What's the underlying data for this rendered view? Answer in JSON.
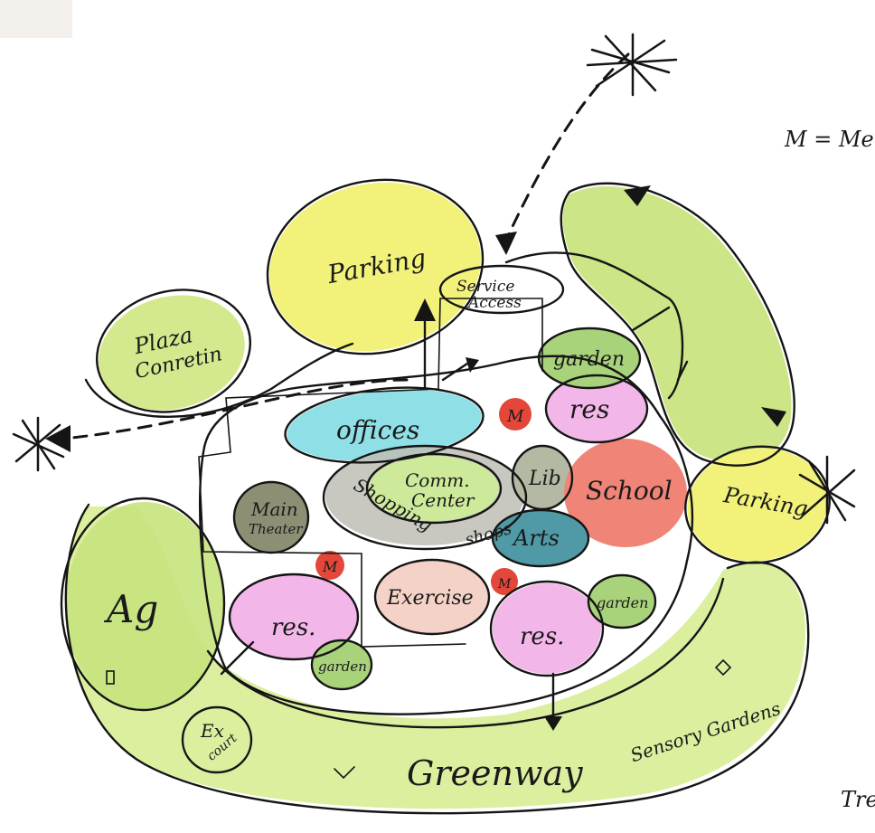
{
  "legend": {
    "text": "M = Mer"
  },
  "corner_text": {
    "text": "Tre"
  },
  "colors": {
    "yellow": "#f2f27a",
    "lime": "#cfe889",
    "green_light": "#c9e6a0",
    "cyan": "#8fe0e6",
    "pink": "#f3b6e8",
    "red": "#e2473a",
    "salmon": "#f08477",
    "teal": "#4f9aa6",
    "olive": "#8c8f74",
    "grey": "#b9b9b3",
    "peach": "#f4d2c7"
  },
  "zones": {
    "parking_top": "Parking",
    "service_access_1": "Service",
    "service_access_2": "Access",
    "plaza_1": "Plaza",
    "plaza_2": "Conretin",
    "offices": "offices",
    "comm_center_1": "Comm.",
    "comm_center_2": "Center",
    "shopping": "Shopping",
    "library": "Lib",
    "school": "School",
    "arts": "Arts",
    "shops": "shops",
    "main_theater_1": "Main",
    "main_theater_2": "Theater",
    "exercise": "Exercise",
    "res_left": "res.",
    "res_center": "res.",
    "res_right": "res",
    "garden_top": "garden",
    "garden_left": "garden",
    "garden_right": "garden",
    "parking_right": "Parking",
    "ag": "Ag",
    "ex_court_1": "Ex",
    "ex_court_2": "court",
    "greenway": "Greenway",
    "sensory_gardens": "Sensory Gardens",
    "marker_m": "M"
  }
}
